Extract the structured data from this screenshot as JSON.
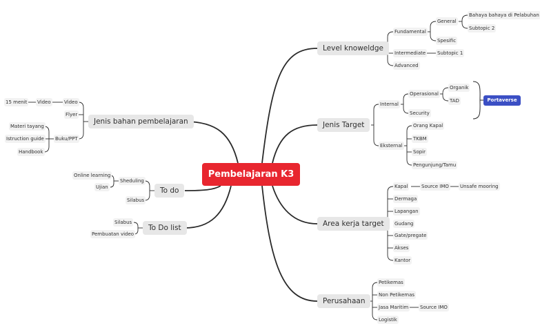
{
  "root": "Pembelajaran K3",
  "callout": "Portaverse",
  "branches": {
    "level": {
      "title": "Level knoweldge",
      "fundamental": "Fundamental",
      "general": "General",
      "bahaya": "Bahaya bahaya di Pelabuhan",
      "subtopic2": "Subtopic 2",
      "spesific": "Spesific",
      "intermediate": "Intermediate",
      "subtopic1": "Subtopic 1",
      "advanced": "Advanced"
    },
    "target": {
      "title": "Jenis Target",
      "internal": "Internal",
      "operasional": "Operasional",
      "organik": "Organik",
      "tad": "TAD",
      "security": "Security",
      "eksternal": "Eksternal",
      "orang_kapal": "Orang Kapal",
      "tkbm": "TKBM",
      "sopir": "Sopir",
      "pengunjung": "Pengunjung/Tamu"
    },
    "area": {
      "title": "Area kerja target",
      "kapal": "Kapal",
      "source_imo": "Source IMO",
      "unsafe": "Unsafe mooring",
      "dermaga": "Dermaga",
      "lapangan": "Lapangan",
      "gudang": "Gudang",
      "gate": "Gate/pregate",
      "akses": "Akses",
      "kantor": "Kantor"
    },
    "perusahaan": {
      "title": "Perusahaan",
      "petikemas": "Petikemas",
      "non_petikemas": "Non Petikemas",
      "jasa": "Jasa Maritim",
      "source_imo": "Source IMO",
      "logistik": "Logistik"
    },
    "bahan": {
      "title": "Jenis bahan pembelajaran",
      "video": "Video",
      "video_inner": "Video",
      "menit": "15 menit",
      "flyer": "Flyer",
      "buku": "Buku/PPT",
      "materi": "Materi tayang",
      "istruction": "Istruction guide",
      "handbook": "Handbook"
    },
    "todo": {
      "title": "To do",
      "sheduling": "Sheduling",
      "online": "Online learning",
      "ujian": "Ujian",
      "silabus": "Silabus"
    },
    "todolist": {
      "title": "To Do list",
      "silabus": "Silabus",
      "pembuatan": "Pembuatan video"
    }
  }
}
